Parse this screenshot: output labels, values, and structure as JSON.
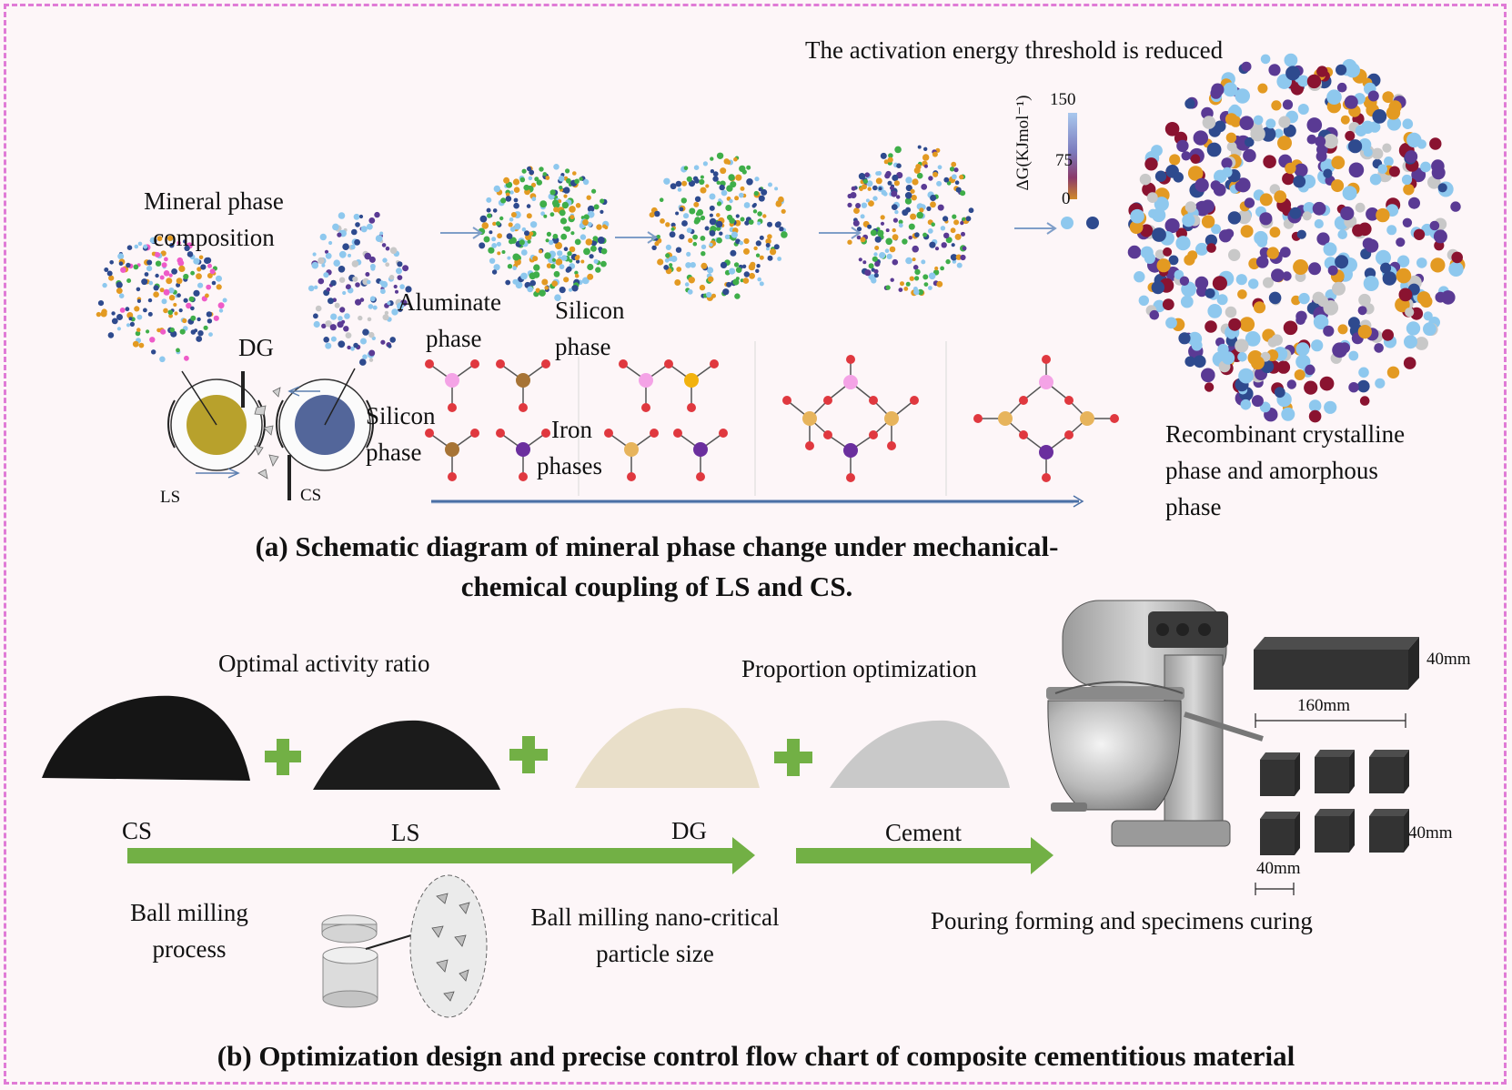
{
  "panel_a": {
    "caption_line1": "(a) Schematic diagram of mineral phase change under mechanical-",
    "caption_line2": "chemical coupling of LS and CS.",
    "threshold_text": "The activation energy threshold is reduced",
    "mineral_line1": "Mineral phase",
    "mineral_line2": "composition",
    "dg": "DG",
    "ls": "LS",
    "cs": "CS",
    "silicon_left_line1": "Silicon",
    "silicon_left_line2": "phase",
    "aluminate_line1": "Aluminate",
    "aluminate_line2": "phase",
    "silicon_mid_line1": "Silicon",
    "silicon_mid_line2": "phase",
    "iron_line1": "Iron",
    "iron_line2": "phases",
    "recombinant_line1": "Recombinant crystalline",
    "recombinant_line2": "phase and amorphous",
    "recombinant_line3": "phase",
    "colorbar": {
      "label": "ΔG(KJmol⁻¹)",
      "ticks": [
        "150",
        "75",
        "0"
      ]
    }
  },
  "panel_b": {
    "caption": "(b) Optimization design and precise control flow chart of composite cementitious material",
    "optimal_ratio": "Optimal activity ratio",
    "proportion": "Proportion optimization",
    "materials": [
      "CS",
      "LS",
      "DG",
      "Cement"
    ],
    "ball_milling_line1": "Ball milling",
    "ball_milling_line2": "process",
    "nano_line1": "Ball milling nano-critical",
    "nano_line2": "particle size",
    "pouring": "Pouring forming and specimens curing",
    "dims": {
      "d40_top": "40mm",
      "d160": "160mm",
      "d40_right": "40mm",
      "d40_bottom": "40mm"
    }
  },
  "colors": {
    "frame": "#e07bd6",
    "arrow_green": "#72b045",
    "particle_dark_blue": "#2e4a8e",
    "particle_light_blue": "#8ec8ee",
    "particle_green": "#3fae49",
    "particle_orange": "#e39a22",
    "particle_purple": "#5a3a94",
    "particle_maroon": "#8a1330",
    "particle_grey": "#c8c8c8",
    "particle_pink": "#ee5bc8",
    "node_red": "#e0383f",
    "node_pink": "#f4a3e6",
    "node_brown": "#a77436",
    "node_gold": "#f2b20e",
    "node_purple": "#6b2f9e",
    "node_tan": "#e7b45c"
  }
}
